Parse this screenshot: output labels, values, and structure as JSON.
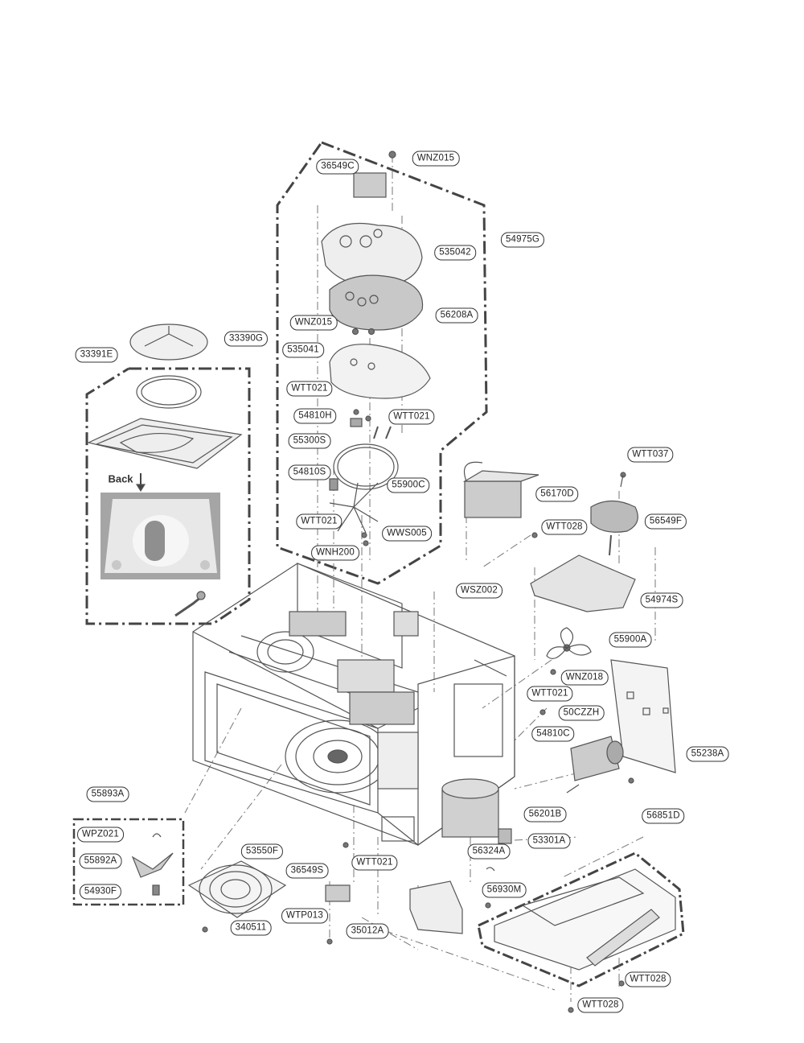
{
  "diagram": {
    "back_caption": "Back",
    "labels": {
      "l_36549C": "36549C",
      "l_WNZ015a": "WNZ015",
      "l_535042": "535042",
      "l_54975G": "54975G",
      "l_56208A": "56208A",
      "l_33390G": "33390G",
      "l_WNZ015b": "WNZ015",
      "l_33391E": "33391E",
      "l_535041": "535041",
      "l_WTT021a": "WTT021",
      "l_54810H": "54810H",
      "l_WTT021b": "WTT021",
      "l_55300S": "55300S",
      "l_54810S": "54810S",
      "l_55900C": "55900C",
      "l_WTT021c": "WTT021",
      "l_WWS005": "WWS005",
      "l_WNH200": "WNH200",
      "l_WTT037": "WTT037",
      "l_56170D": "56170D",
      "l_WTT028a": "WTT028",
      "l_56549F": "56549F",
      "l_WSZ002": "WSZ002",
      "l_54974S": "54974S",
      "l_55900A": "55900A",
      "l_WNZ018": "WNZ018",
      "l_WTT021d": "WTT021",
      "l_50CZZH": "50CZZH",
      "l_54810C": "54810C",
      "l_55238A": "55238A",
      "l_55893A": "55893A",
      "l_56851D": "56851D",
      "l_WPZ021": "WPZ021",
      "l_56201B": "56201B",
      "l_53301A": "53301A",
      "l_55892A": "55892A",
      "l_53550F": "53550F",
      "l_56324A": "56324A",
      "l_WTT021e": "WTT021",
      "l_36549S": "36549S",
      "l_54930F": "54930F",
      "l_56930M": "56930M",
      "l_WTP013": "WTP013",
      "l_340511": "340511",
      "l_35012A": "35012A",
      "l_WTT028b": "WTT028",
      "l_WTT028c": "WTT028"
    }
  }
}
